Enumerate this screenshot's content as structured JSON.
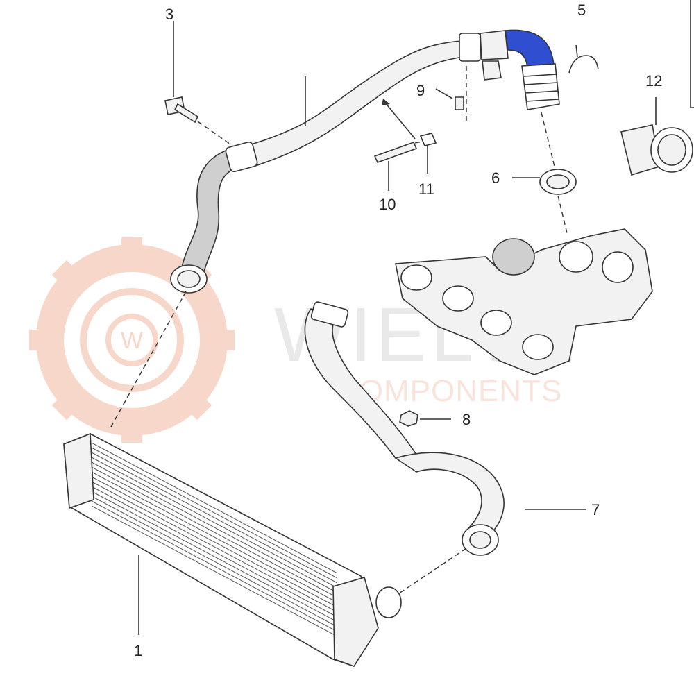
{
  "watermark": {
    "brand": "WIELTN",
    "subtitle": "COMPONENTS",
    "logo_letter": "W",
    "brand_color": "#f0a080"
  },
  "highlight_color": "#2f4fd0",
  "callouts": {
    "c1": "1",
    "c3": "3",
    "c5": "5",
    "c6": "6",
    "c7": "7",
    "c8": "8",
    "c9": "9",
    "c10": "10",
    "c11": "11",
    "c12": "12"
  }
}
